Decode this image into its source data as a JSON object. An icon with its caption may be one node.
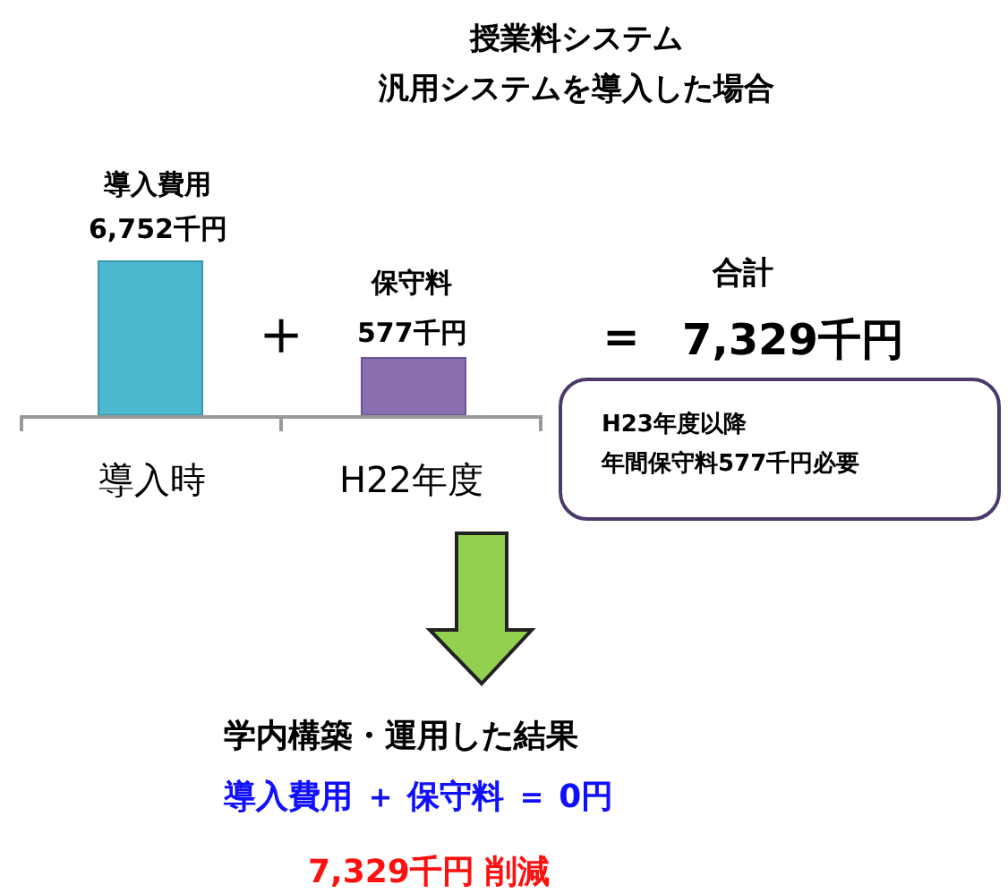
{
  "diagram": {
    "title": "授業料システム",
    "nodes": [
      {
        "text": [
          "H23年度以降",
          "年間保守料577千円必要"
        ]
      }
    ],
    "labels": [
      "汎用システムを導入した場合",
      "導入費用",
      "6,752千円",
      "＋",
      "保守料",
      "577千円",
      "合計",
      "＝",
      "7,329千円",
      "導入時",
      "H22年度",
      "学内構築・運用した結果",
      "導入費用 ＋ 保守料 ＝ 0円",
      "7,329千円 削減"
    ]
  }
}
